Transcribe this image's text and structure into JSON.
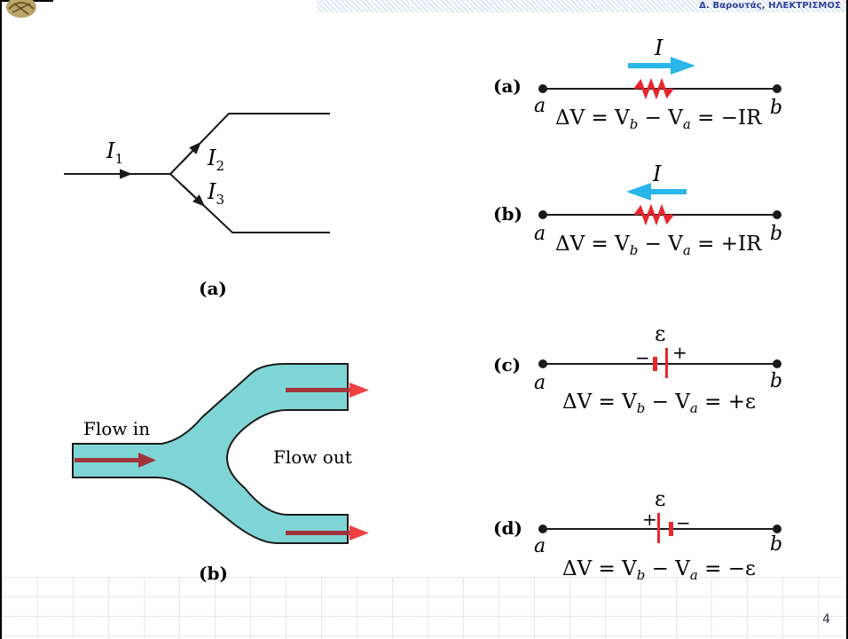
{
  "header": {
    "author_title": "Δ. Βαρουτάς, ΗΛΕΚΤΡΙΣΜΟΣ"
  },
  "page_number": "4",
  "junction_diagram": {
    "label_i1": "I",
    "label_i1_sub": "1",
    "label_i2": "I",
    "label_i2_sub": "2",
    "label_i3": "I",
    "label_i3_sub": "3",
    "caption": "(a)"
  },
  "flow_diagram": {
    "flow_in": "Flow in",
    "flow_out": "Flow out",
    "caption": "(b)",
    "pipe_color": "#7fd5d5",
    "arrow_color": "#a0343a"
  },
  "resistor_cases": [
    {
      "label": "(a)",
      "current": "I",
      "end_a": "a",
      "end_b": "b",
      "equation": "ΔV = V_b − V_a = −IR",
      "eq_prefix": "ΔV = V",
      "eq_b": "b",
      "eq_mid": " − V",
      "eq_a": "a",
      "eq_result": " =  −IR",
      "current_dir": "right"
    },
    {
      "label": "(b)",
      "current": "I",
      "end_a": "a",
      "end_b": "b",
      "equation": "ΔV = V_b − V_a = +IR",
      "eq_prefix": "ΔV = V",
      "eq_b": "b",
      "eq_mid": " − V",
      "eq_a": "a",
      "eq_result": " =  +IR",
      "current_dir": "left"
    }
  ],
  "battery_cases": [
    {
      "label": "(c)",
      "emf": "ε",
      "left_sign": "−",
      "right_sign": "+",
      "end_a": "a",
      "end_b": "b",
      "eq_prefix": "ΔV = V",
      "eq_b": "b",
      "eq_mid": " − V",
      "eq_a": "a",
      "eq_result": " =  +ε"
    },
    {
      "label": "(d)",
      "emf": "ε",
      "left_sign": "+",
      "right_sign": "−",
      "end_a": "a",
      "end_b": "b",
      "eq_prefix": "ΔV = V",
      "eq_b": "b",
      "eq_mid": " − V",
      "eq_a": "a",
      "eq_result": " =  −ε"
    }
  ],
  "colors": {
    "current_arrow": "#29b6e8",
    "resistor": "#e8262e",
    "battery_plate": "#e8262e",
    "wire": "#1a1a1a"
  }
}
